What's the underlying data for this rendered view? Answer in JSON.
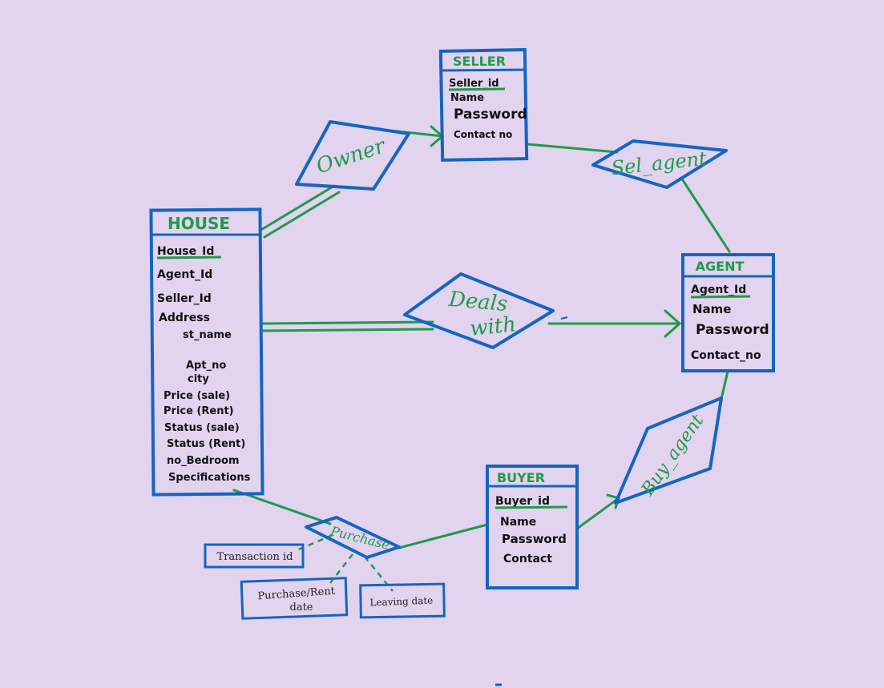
{
  "colors": {
    "background": "#e2d3ee",
    "entity_border": "#1565c0",
    "connector": "#1f9a4a",
    "title_text": "#1f9a4a",
    "attr_text": "#111111",
    "key_underline": "#1f9a4a"
  },
  "entities": {
    "seller": {
      "title": "SELLER",
      "attrs": [
        "Seller_id",
        "Name",
        "Password",
        "Contact no"
      ]
    },
    "house": {
      "title": "HOUSE",
      "attrs": [
        "House_Id",
        "Agent_Id",
        "Seller_Id",
        "Address",
        "st_name",
        "Apt_no",
        "city",
        "Price (sale)",
        "Price (Rent)",
        "Status (sale)",
        "Status (Rent)",
        "no_Bedroom",
        "Specifications"
      ]
    },
    "agent": {
      "title": "AGENT",
      "attrs": [
        "Agent_Id",
        "Name",
        "Password",
        "Contact_no"
      ]
    },
    "buyer": {
      "title": "BUYER",
      "attrs": [
        "Buyer_id",
        "Name",
        "Password",
        "Contact"
      ]
    }
  },
  "relationships": {
    "owner": "Owner",
    "sel_agent": "Sel_agent",
    "deals_with_line1": "Deals",
    "deals_with_line2": "with",
    "buy_agent": "Buy_agent",
    "purchase": "Purchase"
  },
  "relationship_attrs": {
    "transaction_id": "Transaction id",
    "purchase_rent_date_line1": "Purchase/Rent",
    "purchase_rent_date_line2": "date",
    "leaving_date": "Leaving date"
  }
}
